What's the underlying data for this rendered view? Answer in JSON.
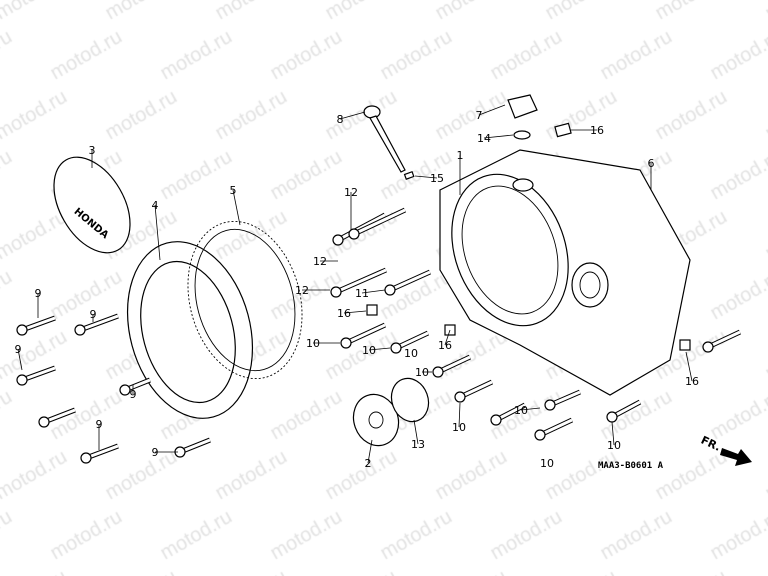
{
  "diagram": {
    "watermark": "motod.ru",
    "logo_text": "HONDA",
    "diagram_code": "MAA3-B0601 A",
    "direction_label": "FR.",
    "callouts": [
      {
        "id": "c3",
        "label": "3"
      },
      {
        "id": "c4",
        "label": "4"
      },
      {
        "id": "c5",
        "label": "5"
      },
      {
        "id": "c9a",
        "label": "9"
      },
      {
        "id": "c9b",
        "label": "9"
      },
      {
        "id": "c9c",
        "label": "9"
      },
      {
        "id": "c9d",
        "label": "9"
      },
      {
        "id": "c9e",
        "label": "9"
      },
      {
        "id": "c9f",
        "label": "9"
      },
      {
        "id": "c8",
        "label": "8"
      },
      {
        "id": "c7",
        "label": "7"
      },
      {
        "id": "c14",
        "label": "14"
      },
      {
        "id": "c16a",
        "label": "16"
      },
      {
        "id": "c15",
        "label": "15"
      },
      {
        "id": "c1",
        "label": "1"
      },
      {
        "id": "c6",
        "label": "6"
      },
      {
        "id": "c12a",
        "label": "12"
      },
      {
        "id": "c12b",
        "label": "12"
      },
      {
        "id": "c12c",
        "label": "12"
      },
      {
        "id": "c11",
        "label": "11"
      },
      {
        "id": "c16b",
        "label": "16"
      },
      {
        "id": "c10a",
        "label": "10"
      },
      {
        "id": "c10b",
        "label": "10"
      },
      {
        "id": "c16c",
        "label": "16"
      },
      {
        "id": "c10c",
        "label": "10"
      },
      {
        "id": "c10d",
        "label": "10"
      },
      {
        "id": "c10e",
        "label": "10"
      },
      {
        "id": "c10f",
        "label": "10"
      },
      {
        "id": "c10g",
        "label": "10"
      },
      {
        "id": "c10h",
        "label": "10"
      },
      {
        "id": "c16d",
        "label": "16"
      },
      {
        "id": "c2",
        "label": "2"
      },
      {
        "id": "c13",
        "label": "13"
      }
    ]
  }
}
